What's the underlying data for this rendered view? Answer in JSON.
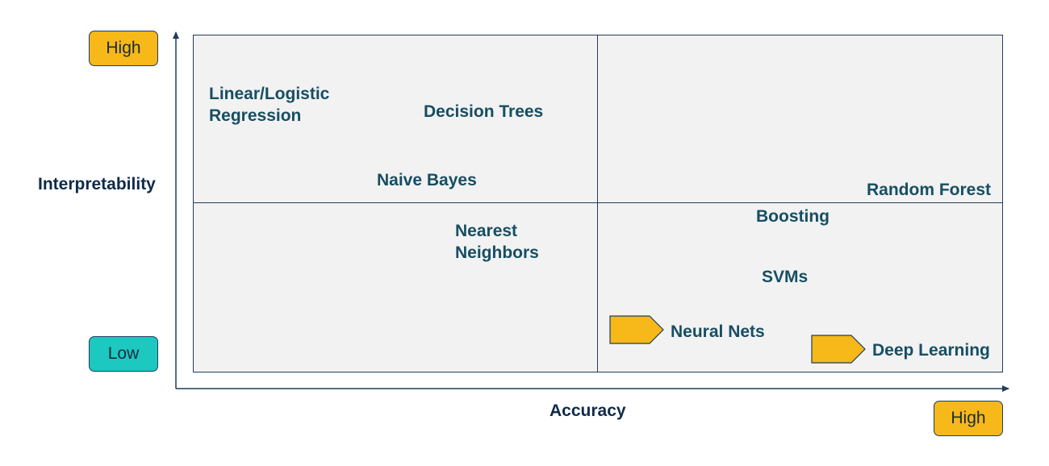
{
  "axes": {
    "y_title": "Interpretability",
    "x_title": "Accuracy",
    "y_high": "High",
    "y_low": "Low",
    "x_high": "High"
  },
  "methods": {
    "linear_logistic": [
      "Linear/Logistic",
      "Regression"
    ],
    "decision_trees": "Decision Trees",
    "naive_bayes": "Naive Bayes",
    "random_forest": "Random Forest",
    "nearest_neighbors": [
      "Nearest",
      "Neighbors"
    ],
    "boosting": "Boosting",
    "svms": "SVMs",
    "neural_nets": "Neural Nets",
    "deep_learning": "Deep Learning"
  },
  "colors": {
    "high_badge": "#f7b819",
    "low_badge": "#1cc8c0",
    "method_text": "#164e63",
    "axis": "#1f3d5c",
    "quadrant_fill": "#f2f2f2",
    "pointer": "#f7b819"
  },
  "highlighted_methods": [
    "Neural Nets",
    "Deep Learning"
  ]
}
